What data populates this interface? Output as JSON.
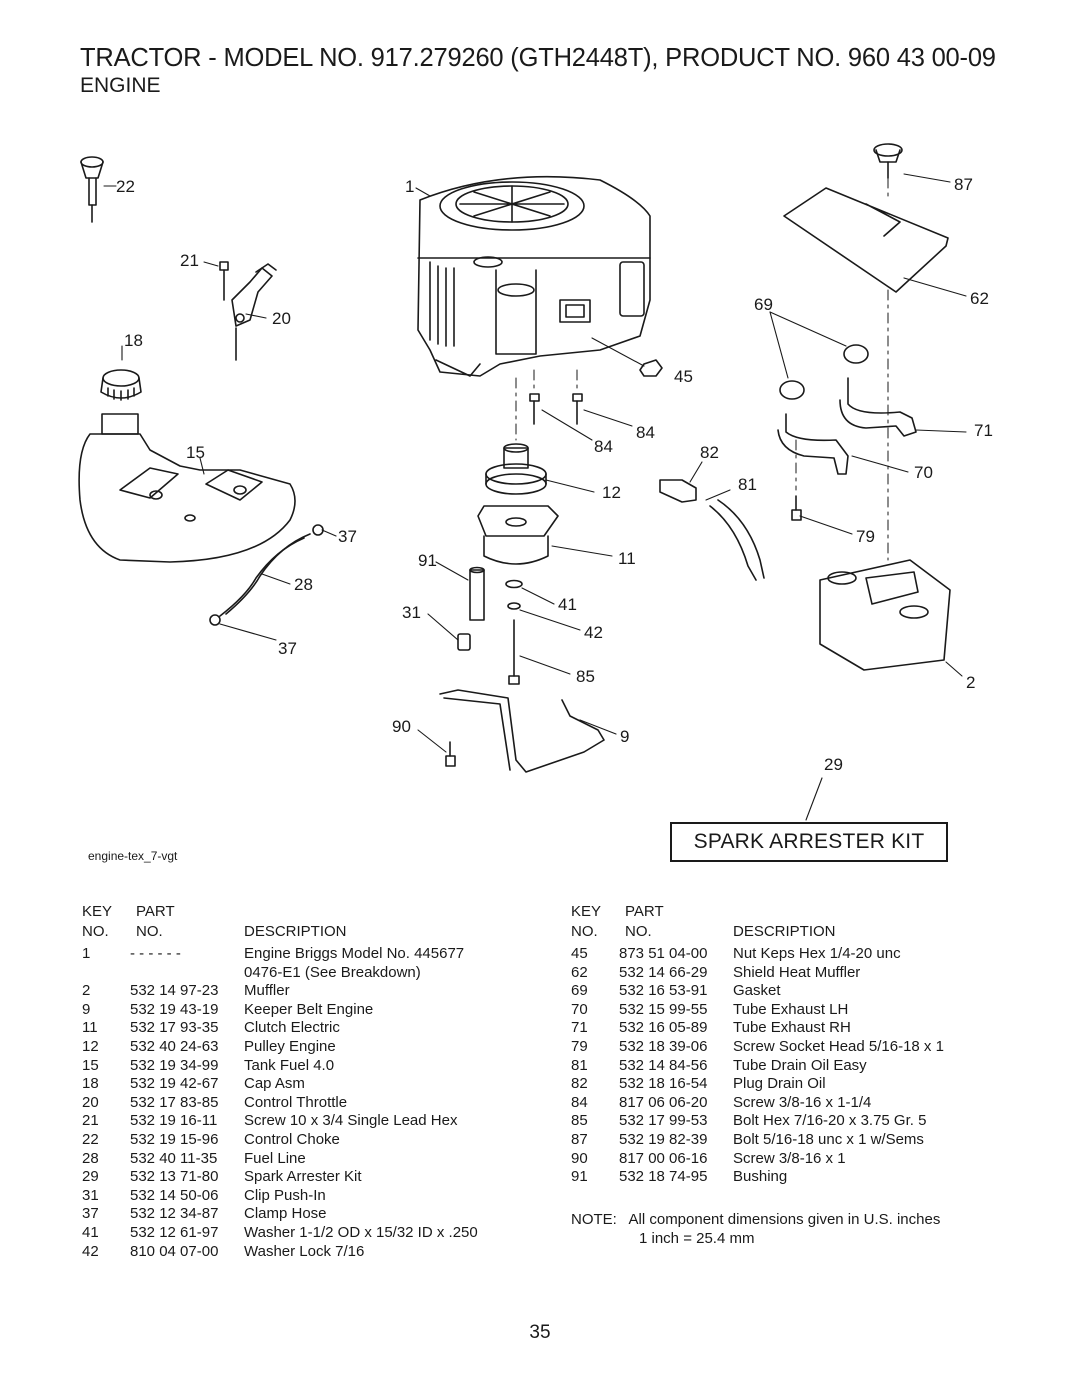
{
  "header": {
    "title": "TRACTOR - MODEL NO. 917.279260 (GTH2448T), PRODUCT NO. 960 43 00-09",
    "section": "ENGINE"
  },
  "diagram": {
    "figure_id": "engine-tex_7-vgt",
    "kit_label": "SPARK ARRESTER KIT",
    "callouts": [
      "22",
      "21",
      "20",
      "18",
      "15",
      "37",
      "28",
      "37",
      "1",
      "87",
      "62",
      "69",
      "45",
      "84",
      "84",
      "82",
      "81",
      "12",
      "71",
      "70",
      "79",
      "91",
      "11",
      "31",
      "41",
      "42",
      "85",
      "2",
      "90",
      "9",
      "29"
    ]
  },
  "parts_headers": {
    "key_no": "KEY NO.",
    "key_1": "KEY",
    "key_2": "NO.",
    "part_1": "PART",
    "part_2": "NO.",
    "desc": "DESCRIPTION"
  },
  "parts_left": [
    {
      "key": "1",
      "part": "- - - - - -",
      "desc": "Engine Briggs Model No. 445677"
    },
    {
      "key": "",
      "part": "",
      "desc": "0476-E1 (See Breakdown)"
    },
    {
      "key": "2",
      "part": "532 14 97-23",
      "desc": "Muffler"
    },
    {
      "key": "9",
      "part": "532 19 43-19",
      "desc": "Keeper Belt Engine"
    },
    {
      "key": "11",
      "part": "532 17 93-35",
      "desc": "Clutch Electric"
    },
    {
      "key": "12",
      "part": "532 40 24-63",
      "desc": "Pulley Engine"
    },
    {
      "key": "15",
      "part": "532 19 34-99",
      "desc": "Tank Fuel 4.0"
    },
    {
      "key": "18",
      "part": "532 19 42-67",
      "desc": "Cap Asm"
    },
    {
      "key": "20",
      "part": "532 17 83-85",
      "desc": "Control Throttle"
    },
    {
      "key": "21",
      "part": "532 19 16-11",
      "desc": "Screw 10 x 3/4 Single Lead Hex"
    },
    {
      "key": "22",
      "part": "532 19 15-96",
      "desc": "Control Choke"
    },
    {
      "key": "28",
      "part": "532 40 11-35",
      "desc": "Fuel Line"
    },
    {
      "key": "29",
      "part": "532 13 71-80",
      "desc": "Spark Arrester Kit"
    },
    {
      "key": "31",
      "part": "532 14 50-06",
      "desc": "Clip Push-In"
    },
    {
      "key": "37",
      "part": "532 12 34-87",
      "desc": "Clamp Hose"
    },
    {
      "key": "41",
      "part": "532 12 61-97",
      "desc": "Washer 1-1/2 OD x 15/32 ID x .250"
    },
    {
      "key": "42",
      "part": "810 04 07-00",
      "desc": "Washer Lock 7/16"
    }
  ],
  "parts_right": [
    {
      "key": "45",
      "part": "873 51 04-00",
      "desc": "Nut Keps Hex 1/4-20 unc"
    },
    {
      "key": "62",
      "part": "532 14 66-29",
      "desc": "Shield Heat Muffler"
    },
    {
      "key": "69",
      "part": "532 16 53-91",
      "desc": "Gasket"
    },
    {
      "key": "70",
      "part": "532 15 99-55",
      "desc": "Tube Exhaust LH"
    },
    {
      "key": "71",
      "part": "532 16 05-89",
      "desc": "Tube Exhaust RH"
    },
    {
      "key": "79",
      "part": "532 18 39-06",
      "desc": "Screw Socket Head 5/16-18 x 1"
    },
    {
      "key": "81",
      "part": "532 14 84-56",
      "desc": "Tube Drain Oil Easy"
    },
    {
      "key": "82",
      "part": "532 18 16-54",
      "desc": "Plug Drain Oil"
    },
    {
      "key": "84",
      "part": "817 06 06-20",
      "desc": "Screw 3/8-16 x 1-1/4"
    },
    {
      "key": "85",
      "part": "532 17 99-53",
      "desc": "Bolt Hex 7/16-20 x 3.75 Gr. 5"
    },
    {
      "key": "87",
      "part": "532 19 82-39",
      "desc": "Bolt 5/16-18 unc x 1 w/Sems"
    },
    {
      "key": "90",
      "part": "817 00 06-16",
      "desc": "Screw 3/8-16 x 1"
    },
    {
      "key": "91",
      "part": "532 18 74-95",
      "desc": "Bushing"
    }
  ],
  "note": {
    "line1": "NOTE:   All component dimensions given in U.S. inches",
    "line2": "1 inch = 25.4 mm"
  },
  "page_number": "35"
}
